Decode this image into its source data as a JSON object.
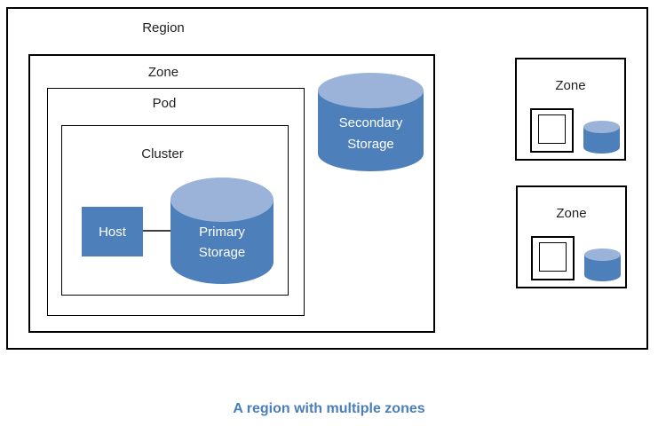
{
  "diagram": {
    "region": {
      "label": "Region"
    },
    "zone_main": {
      "label": "Zone"
    },
    "pod": {
      "label": "Pod"
    },
    "cluster": {
      "label": "Cluster"
    },
    "host": {
      "label": "Host"
    },
    "primary_storage": {
      "line1": "Primary",
      "line2": "Storage"
    },
    "secondary_storage": {
      "line1": "Secondary",
      "line2": "Storage"
    },
    "zones_right": [
      {
        "label": "Zone"
      },
      {
        "label": "Zone"
      }
    ],
    "caption": "A region with multiple zones"
  },
  "colors": {
    "cylinder_body": "#4d7fbb",
    "cylinder_top": "#9bb3d8",
    "host_fill": "#4d7fbb",
    "storage_text": "#ffffff",
    "label_text": "#1f1f1f",
    "caption_text": "#4a7ebb",
    "connector": "#3f3f3f",
    "box_border": "#000000"
  }
}
